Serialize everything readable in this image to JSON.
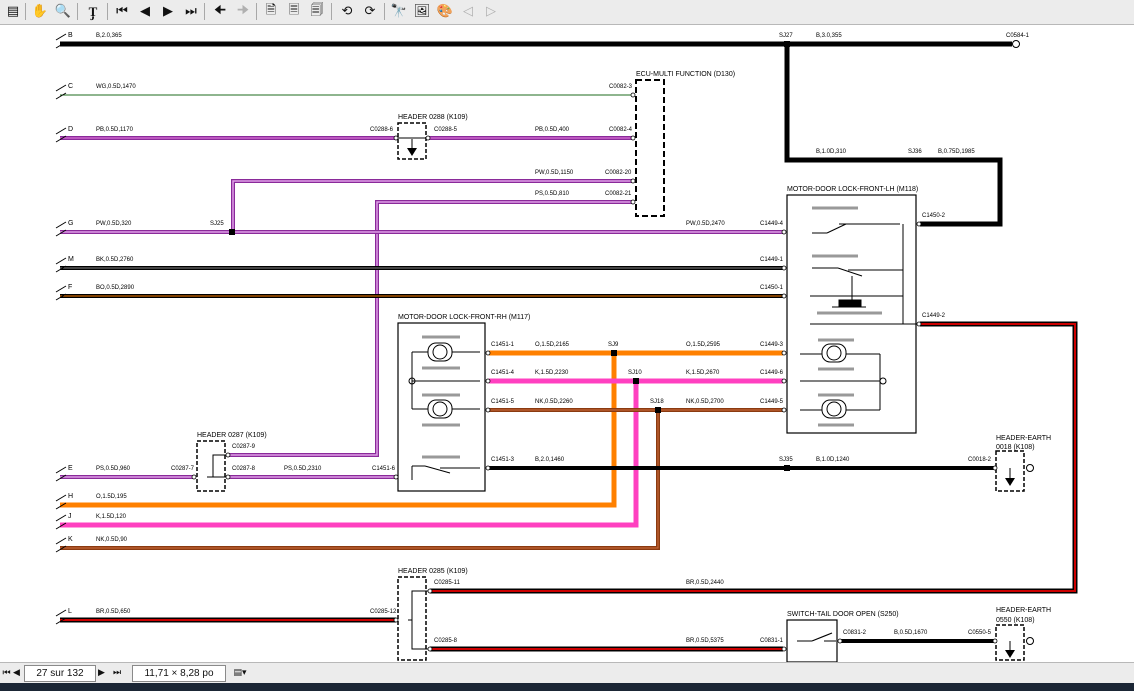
{
  "toolbar": {
    "icons": [
      "sidebar-toggle-icon",
      "hand-tool-icon",
      "zoom-tool-icon",
      "text-select-icon",
      "first-page-icon",
      "previous-page-icon",
      "next-page-icon",
      "last-page-icon",
      "go-back-icon",
      "go-forward-icon",
      "actual-size-icon",
      "fit-page-icon",
      "fit-width-icon",
      "rotate-left-icon",
      "rotate-right-icon",
      "find-icon",
      "export-image-icon",
      "color-icon",
      "previous-view-icon",
      "next-view-icon"
    ]
  },
  "colors": {
    "black": "#000000",
    "green": "#1c6b1c",
    "purple_pink": "#ff33cc",
    "purple_violet": "#8a2a9a",
    "orange": "#ff8000",
    "pink": "#ff40c0",
    "brown": "#8b3a10",
    "red": "#cc0000"
  },
  "diagram": {
    "left_labels": [
      "B",
      "C",
      "D",
      "G",
      "M",
      "F",
      "E",
      "H",
      "J",
      "K",
      "L"
    ],
    "wires": {
      "b": "B,2.0,365",
      "b_right": "B,3.0,355",
      "c": "WG,0.5D,1470",
      "d": "PB,0.5D,1170",
      "d2": "PB,0.5D,400",
      "pw1150": "PW,0.5D,1150",
      "ps810": "PS,0.5D,810",
      "g": "PW,0.5D,320",
      "g2": "PW,0.5D,2470",
      "m": "BK,0.5D,2760",
      "f": "BO,0.5D,2890",
      "b310": "B,1.0D,310",
      "b1985": "B,0.75D,1985",
      "e": "PS,0.5D,960",
      "e2": "PS,0.5D,2310",
      "o2165": "O,1.5D,2165",
      "o2595": "O,1.5D,2595",
      "k2230": "K,1.5D,2230",
      "k2670": "K,1.5D,2670",
      "nk2260": "NK,0.5D,2260",
      "nk2700": "NK,0.5D,2700",
      "b1460": "B,2.0,1460",
      "b1240": "B,1.0D,1240",
      "h": "O,1.5D,195",
      "j": "K,1.5D,120",
      "k": "NK,0.5D,90",
      "br2440": "BR,0.5D,2440",
      "l": "BR,0.5D,650",
      "br5375": "BR,0.5D,5375",
      "b1670": "B,0.5D,1670"
    },
    "splices": {
      "sj27": "SJ27",
      "sj36": "SJ36",
      "sj25": "SJ25",
      "sj9": "SJ9",
      "sj10": "SJ10",
      "sj18": "SJ18",
      "sj35": "SJ35"
    },
    "connectors": {
      "c0584_1": "C0584-1",
      "c0082_3": "C0082-3",
      "c0288_6": "C0288-6",
      "c0288_5": "C0288-5",
      "c0082_4": "C0082-4",
      "c0082_20": "C0082-20",
      "c0082_21": "C0082-21",
      "c1449_4": "C1449-4",
      "c1449_1": "C1449-1",
      "c1450_1": "C1450-1",
      "c1450_2": "C1450-2",
      "c1449_2": "C1449-2",
      "c1451_1": "C1451-1",
      "c1451_4": "C1451-4",
      "c1451_5": "C1451-5",
      "c1451_3": "C1451-3",
      "c1451_6": "C1451-6",
      "c1449_3": "C1449-3",
      "c1449_6": "C1449-6",
      "c1449_5": "C1449-5",
      "c0287_9": "C0287-9",
      "c0287_7": "C0287-7",
      "c0287_8": "C0287-8",
      "c0018_2": "C0018-2",
      "c0285_11": "C0285-11",
      "c0285_12": "C0285-12",
      "c0285_8": "C0285-8",
      "c0831_1": "C0831-1",
      "c0831_2": "C0831-2",
      "c0550_5": "C0550-5"
    },
    "components": {
      "ecu": "ECU-MULTI FUNCTION (D130)",
      "header0288": "HEADER 0288 (K109)",
      "motor_lh": "MOTOR-DOOR LOCK-FRONT-LH (M118)",
      "motor_rh": "MOTOR-DOOR LOCK-FRONT-RH (M117)",
      "header0287": "HEADER 0287 (K109)",
      "earth0018_title": "HEADER-EARTH",
      "earth0018_sub": "0018 (K108)",
      "header0285": "HEADER 0285 (K109)",
      "switch_tail": "SWITCH-TAIL DOOR OPEN (S250)",
      "earth0550_title": "HEADER-EARTH",
      "earth0550_sub": "0550 (K108)"
    }
  },
  "statusbar": {
    "page": "27 sur 132",
    "size": "11,71 × 8,28 po"
  }
}
